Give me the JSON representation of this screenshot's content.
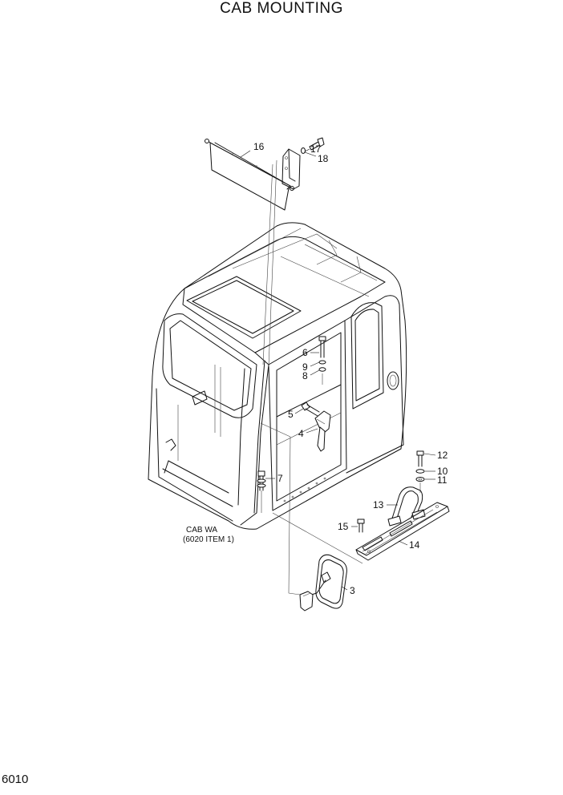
{
  "title": "CAB MOUNTING",
  "page_number": "6010",
  "note": {
    "line1": "CAB WA",
    "line2": "(6020 ITEM 1)"
  },
  "callouts": [
    {
      "id": "c3",
      "text": "3"
    },
    {
      "id": "c4",
      "text": "4"
    },
    {
      "id": "c5",
      "text": "5"
    },
    {
      "id": "c6",
      "text": "6"
    },
    {
      "id": "c7",
      "text": "7"
    },
    {
      "id": "c8",
      "text": "8"
    },
    {
      "id": "c9",
      "text": "9"
    },
    {
      "id": "c10",
      "text": "10"
    },
    {
      "id": "c11",
      "text": "11"
    },
    {
      "id": "c12",
      "text": "12"
    },
    {
      "id": "c13",
      "text": "13"
    },
    {
      "id": "c14",
      "text": "14"
    },
    {
      "id": "c15",
      "text": "15"
    },
    {
      "id": "c16",
      "text": "16"
    },
    {
      "id": "c17",
      "text": "17"
    },
    {
      "id": "c18",
      "text": "18"
    }
  ]
}
